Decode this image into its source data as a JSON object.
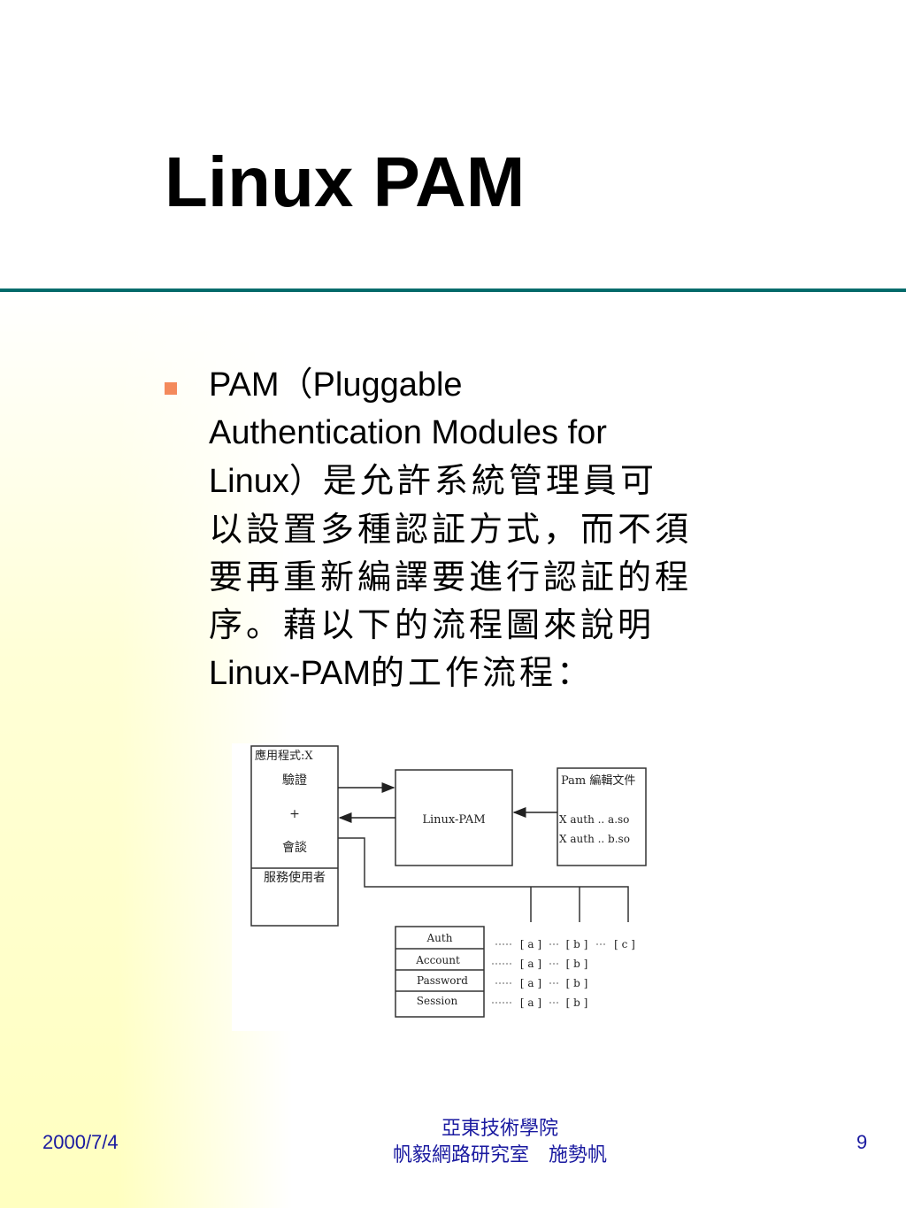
{
  "title": "Linux PAM",
  "bullet": {
    "line1": "PAM（Pluggable",
    "line2": "Authentication Modules for",
    "line3a": "Linux）",
    "line3b": "是允許系統管理員可",
    "line4": "以設置多種認証方式，而不須",
    "line5": "要再重新編譯要進行認証的程",
    "line6": "序。藉以下的流程圖來說明",
    "line7a": "Linux-PAM",
    "line7b": "的工作流程："
  },
  "diagram": {
    "app_title": "應用程式:X",
    "app_auth": "驗證",
    "app_plus": "+",
    "app_session": "會談",
    "app_service_user": "服務使用者",
    "linux_pam": "Linux-PAM",
    "config_title": "Pam 編輯文件",
    "config_line1": "X auth .. a.so",
    "config_line2": "X auth .. b.so",
    "modules": [
      "Auth",
      "Account",
      "Password",
      "Session"
    ],
    "row_auth": [
      "[ a ]",
      "[ b ]",
      "[ c ]"
    ],
    "row_account": [
      "[ a ]",
      "[ b ]"
    ],
    "row_password": [
      "[ a ]",
      "[ b ]"
    ],
    "row_session": [
      "[ a ]",
      "[ b ]"
    ]
  },
  "footer": {
    "date": "2000/7/4",
    "school": "亞東技術學院",
    "lab": "帆毅網路研究室　施勢帆",
    "page": "9"
  }
}
